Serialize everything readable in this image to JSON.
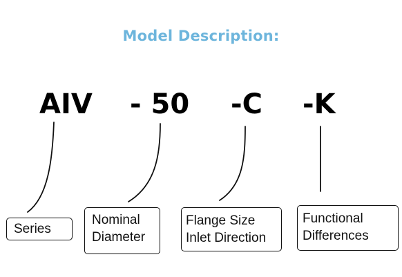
{
  "title": "Model Description:",
  "colors": {
    "title": "#6db5dc",
    "text": "#000000",
    "line": "#111111"
  },
  "code_parts": [
    "AIV",
    "- 50",
    "-C",
    "-K"
  ],
  "labels": {
    "series": [
      "Series"
    ],
    "nominal": [
      "Nominal",
      "Diameter"
    ],
    "flange": [
      "Flange Size",
      "Inlet Direction"
    ],
    "functional": [
      "Functional",
      "Differences"
    ]
  }
}
